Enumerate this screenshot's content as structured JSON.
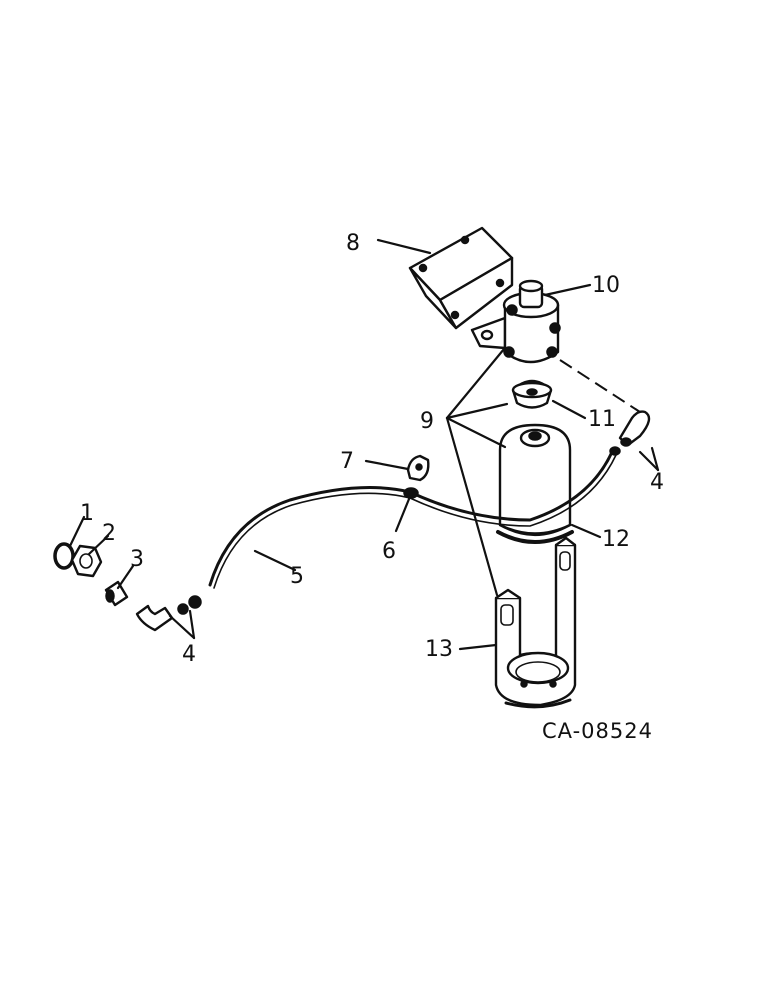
{
  "callouts": {
    "c1": "1",
    "c2": "2",
    "c3": "3",
    "c4a": "4",
    "c4b": "4",
    "c5": "5",
    "c6": "6",
    "c7": "7",
    "c8": "8",
    "c9": "9",
    "c10": "10",
    "c11": "11",
    "c12": "12",
    "c13": "13"
  },
  "reference_code": "CA-08524"
}
